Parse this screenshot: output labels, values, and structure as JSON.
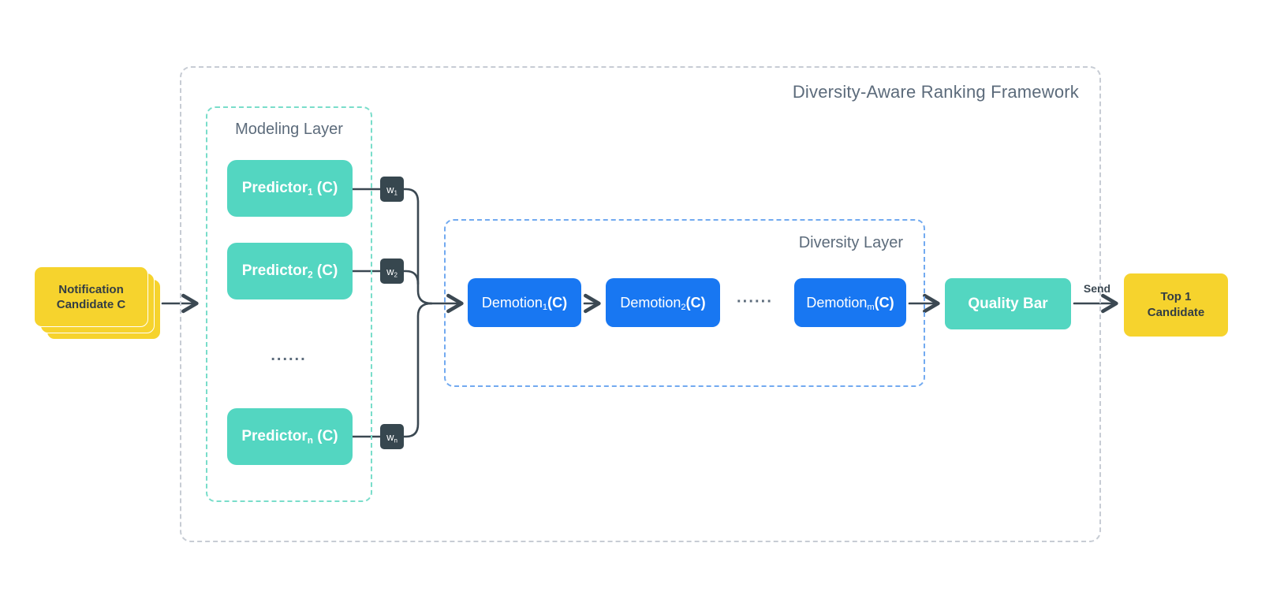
{
  "framework": {
    "title": "Diversity-Aware Ranking Framework"
  },
  "input": {
    "line1": "Notification",
    "line2": "Candidate C"
  },
  "modeling_layer": {
    "label": "Modeling Layer",
    "predictors": [
      {
        "base": "Predictor",
        "sub": "1",
        "suffix": " (C)"
      },
      {
        "base": "Predictor",
        "sub": "2",
        "suffix": " (C)"
      },
      {
        "base": "Predictor",
        "sub": "n",
        "suffix": " (C)"
      }
    ],
    "ellipsis": "......"
  },
  "weights": [
    {
      "base": "w",
      "sub": "1"
    },
    {
      "base": "w",
      "sub": "2"
    },
    {
      "base": "w",
      "sub": "n"
    }
  ],
  "diversity_layer": {
    "label": "Diversity Layer",
    "demotions": [
      {
        "base": "Demotion",
        "sub": "1",
        "suffix": "(C)"
      },
      {
        "base": "Demotion",
        "sub": "2",
        "suffix": "(C)"
      },
      {
        "base": "Demotion",
        "sub": "m",
        "suffix": "(C)"
      }
    ],
    "ellipsis": "······"
  },
  "quality_bar": {
    "label": "Quality Bar"
  },
  "send_label": "Send",
  "output": {
    "line1": "Top 1",
    "line2": "Candidate"
  },
  "colors": {
    "teal": "#53d6c1",
    "teal-border": "#79ddca",
    "blue": "#1877f2",
    "blue-border": "#72aaf0",
    "yellow": "#f6d32d",
    "dark": "#37474f",
    "line": "#3b4852",
    "gray-border": "#c7ccd4",
    "slate": "#5c6b7b",
    "darktext": "#333d44"
  }
}
